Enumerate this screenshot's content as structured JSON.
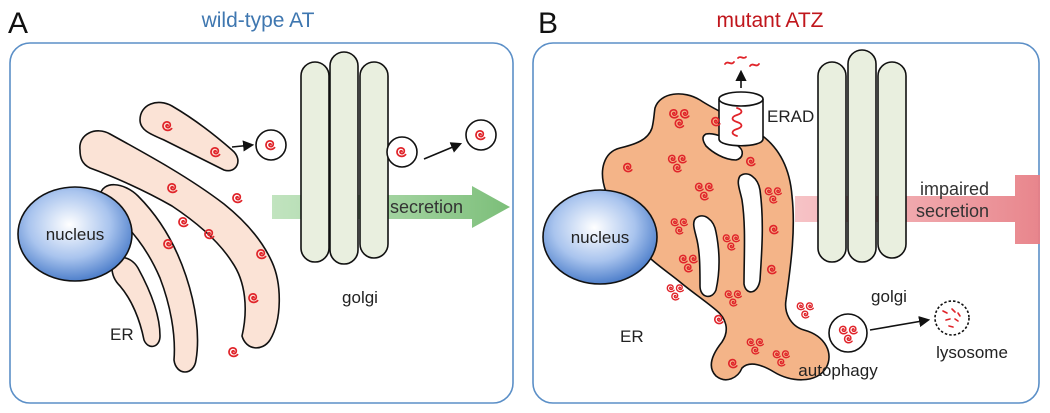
{
  "panels": [
    {
      "letter": "A",
      "title": "wild-type AT",
      "labels": {
        "nucleus": "nucleus",
        "er": "ER",
        "golgi": "golgi",
        "secretion": "secretion"
      }
    },
    {
      "letter": "B",
      "title": "mutant ATZ",
      "labels": {
        "nucleus": "nucleus",
        "er": "ER",
        "golgi": "golgi",
        "erad": "ERAD",
        "impaired": "impaired",
        "secretion": "secretion",
        "autophagy": "autophagy",
        "lysosome": "lysosome"
      }
    }
  ],
  "colors": {
    "frame": "#5b8fc7",
    "nucleus": "#5b8fd6",
    "er_wild": "#fbe3d6",
    "er_mutant": "#f4b488",
    "golgi": "#e9efdf",
    "protein": "#e0242a",
    "arrow_secretion": "#8cc98a",
    "arrow_impaired": "#eb8f95"
  }
}
